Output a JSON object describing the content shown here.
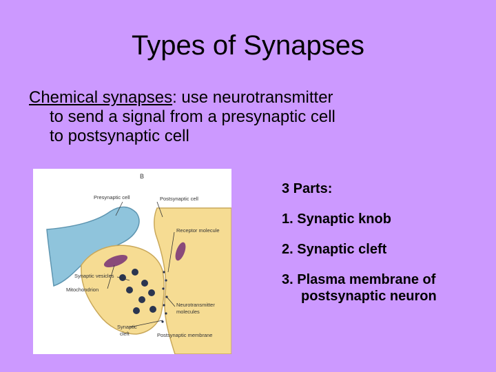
{
  "slide": {
    "title": "Types of Synapses",
    "body": {
      "term": "Chemical synapses",
      "rest": ": use neurotransmitter to send a signal from a presynaptic cell to postsynaptic cell"
    }
  },
  "figure": {
    "panel_letter": "B",
    "labels": {
      "presynaptic_cell": "Presynaptic cell",
      "postsynaptic_cell": "Postsynaptic cell",
      "receptor_molecule": "Receptor molecule",
      "synaptic_vesicles": "Synaptic vesicles",
      "mitochondrion": "Mitochondrion",
      "neurotransmitter_line1": "Neurotransmitter",
      "neurotransmitter_line2": "molecules",
      "synaptic_cleft_line1": "Synaptic",
      "synaptic_cleft_line2": "cleft",
      "postsynaptic_membrane": "Postsynaptic membrane"
    },
    "colors": {
      "axon": "#8fc4dc",
      "postsynaptic": "#f6dc93",
      "vesicle": "#2a3550",
      "mitochondrion": "#8a4a7a"
    }
  },
  "parts": {
    "title": "3 Parts:",
    "items": [
      "1. Synaptic knob",
      "2. Synaptic cleft",
      "3. Plasma membrane of postsynaptic neuron"
    ]
  }
}
